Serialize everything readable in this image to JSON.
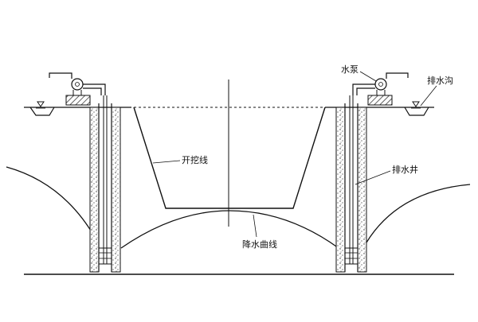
{
  "labels": {
    "pump": "水泵",
    "drain_ditch": "排水沟",
    "excavation_line": "开挖线",
    "drain_well": "排水井",
    "drawdown_curve": "降水曲线"
  },
  "colors": {
    "line": "#111111",
    "hatch": "#222222",
    "fill": "#ffffff"
  }
}
